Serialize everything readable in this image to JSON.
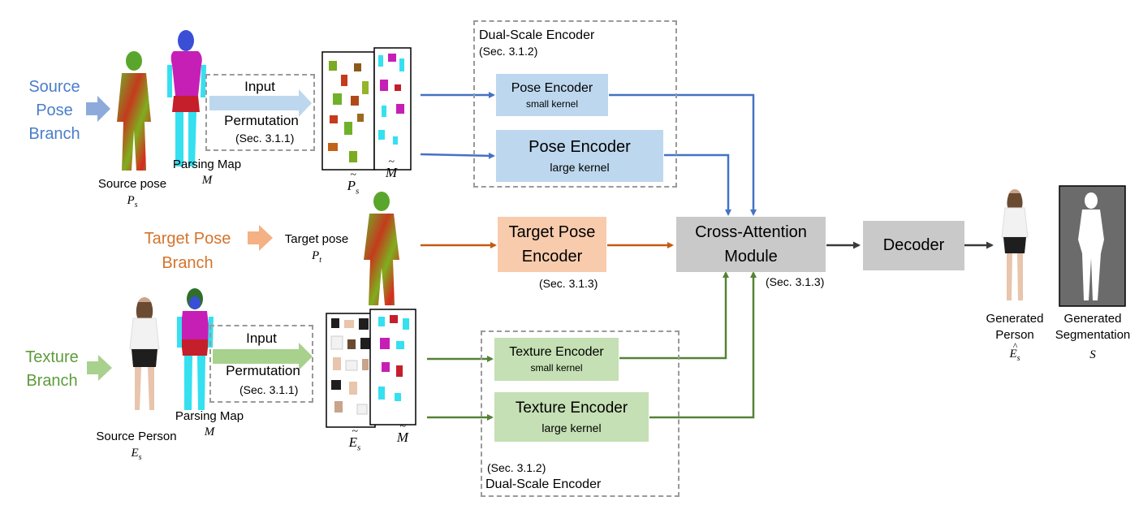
{
  "branches": {
    "source_pose": {
      "lines": [
        "Source",
        "Pose",
        "Branch"
      ],
      "color": "#4a7ec9"
    },
    "target_pose": {
      "lines": [
        "Target Pose",
        "Branch"
      ],
      "color": "#d4742c"
    },
    "texture": {
      "lines": [
        "Texture",
        "Branch"
      ],
      "color": "#5e9b3c"
    }
  },
  "inputs": {
    "source_pose": {
      "label": "Source pose",
      "symbol": "P",
      "sub": "s"
    },
    "parsing_map_top": {
      "label": "Parsing Map",
      "symbol": "M"
    },
    "target_pose": {
      "label": "Target pose",
      "symbol": "P",
      "sub": "t"
    },
    "source_person": {
      "label": "Source Person",
      "symbol": "E",
      "sub": "s"
    },
    "parsing_map_bottom": {
      "label": "Parsing Map",
      "symbol": "M"
    }
  },
  "permutation": {
    "line1": "Input",
    "line2": "Permutation",
    "ref": "(Sec. 3.1.1)"
  },
  "permuted": {
    "top_ps": {
      "symbol": "P",
      "sub": "s",
      "accent": "~"
    },
    "top_m": {
      "symbol": "M",
      "accent": "~"
    },
    "bottom_es": {
      "symbol": "E",
      "sub": "s",
      "accent": "~"
    },
    "bottom_m": {
      "symbol": "M",
      "accent": "~"
    }
  },
  "dual_scale_top": {
    "title": "Dual-Scale Encoder",
    "ref": "(Sec. 3.1.2)"
  },
  "dual_scale_bottom": {
    "title": "Dual-Scale Encoder",
    "ref": "(Sec. 3.1.2)"
  },
  "encoders": {
    "pose_small": {
      "name": "Pose Encoder",
      "kernel": "small kernel"
    },
    "pose_large": {
      "name": "Pose Encoder",
      "kernel": "large kernel"
    },
    "target": {
      "line1": "Target Pose",
      "line2": "Encoder",
      "ref": "(Sec. 3.1.3)"
    },
    "texture_small": {
      "name": "Texture Encoder",
      "kernel": "small kernel"
    },
    "texture_large": {
      "name": "Texture Encoder",
      "kernel": "large kernel"
    }
  },
  "cross_attention": {
    "line1": "Cross-Attention",
    "line2": "Module",
    "ref": "(Sec. 3.1.3)"
  },
  "decoder": {
    "label": "Decoder"
  },
  "outputs": {
    "person": {
      "line1": "Generated",
      "line2": "Person",
      "symbol": "E",
      "sub": "s",
      "accent": "^"
    },
    "segmentation": {
      "line1": "Generated",
      "line2": "Segmentation",
      "symbol": "S"
    }
  },
  "colors": {
    "pose_arrow": "#4472c4",
    "target_arrow": "#c55a11",
    "texture_arrow": "#548235",
    "dark_arrow": "#3a3a3a",
    "pose_encoder_fill": "#bdd7ee",
    "target_encoder_fill": "#f8cbad",
    "texture_encoder_fill": "#c5e0b4",
    "module_fill": "#c9c9c9"
  }
}
